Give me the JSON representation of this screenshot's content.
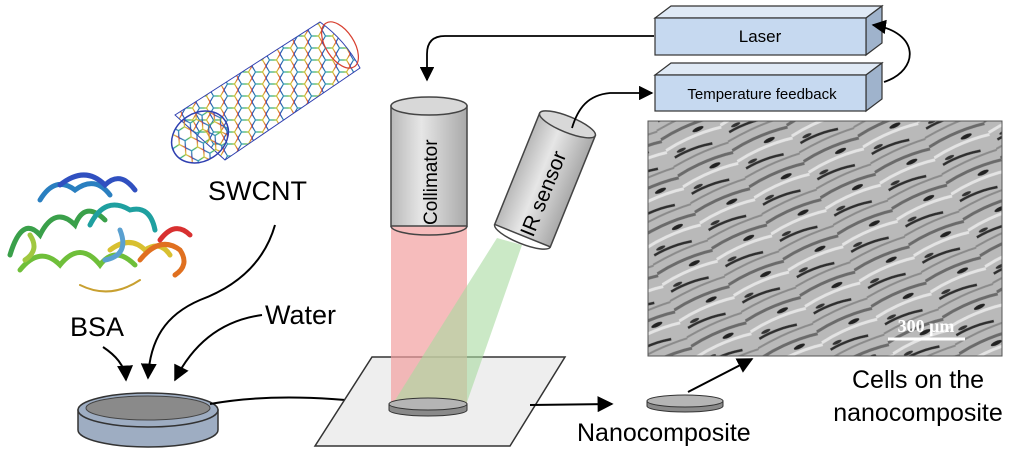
{
  "labels": {
    "swcnt": "SWCNT",
    "bsa": "BSA",
    "water": "Water",
    "collimator": "Collimator",
    "ir_sensor": "IR sensor",
    "laser": "Laser",
    "temperature_feedback": "Temperature feedback",
    "nanocomposite": "Nanocomposite",
    "cells_line1": "Cells on the",
    "cells_line2": "nanocomposite",
    "scale_bar": "300 μm"
  }
}
